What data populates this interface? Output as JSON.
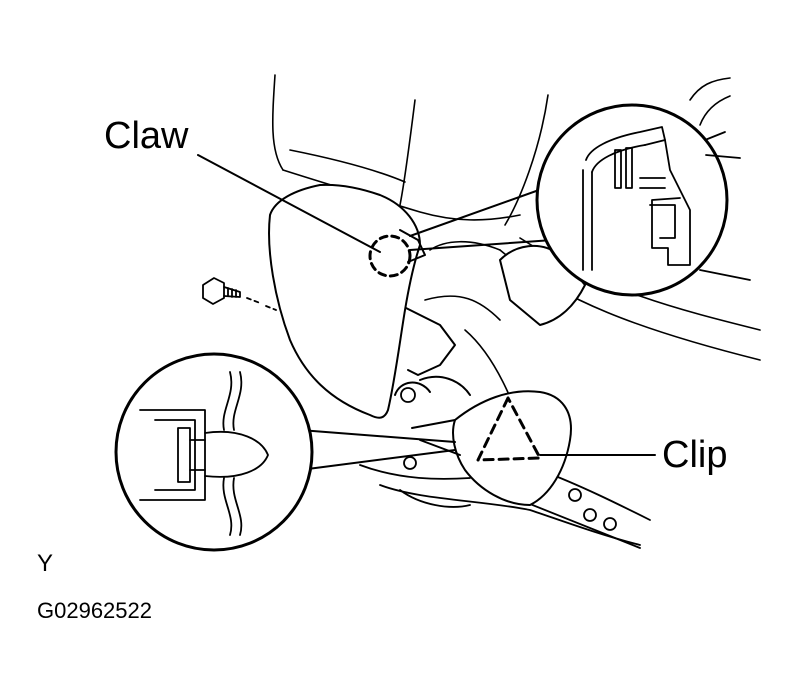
{
  "labels": {
    "claw": "Claw",
    "clip": "Clip",
    "view_letter": "Y",
    "figure_code": "G02962522"
  },
  "colors": {
    "line": "#000000",
    "fill": "#ffffff"
  }
}
